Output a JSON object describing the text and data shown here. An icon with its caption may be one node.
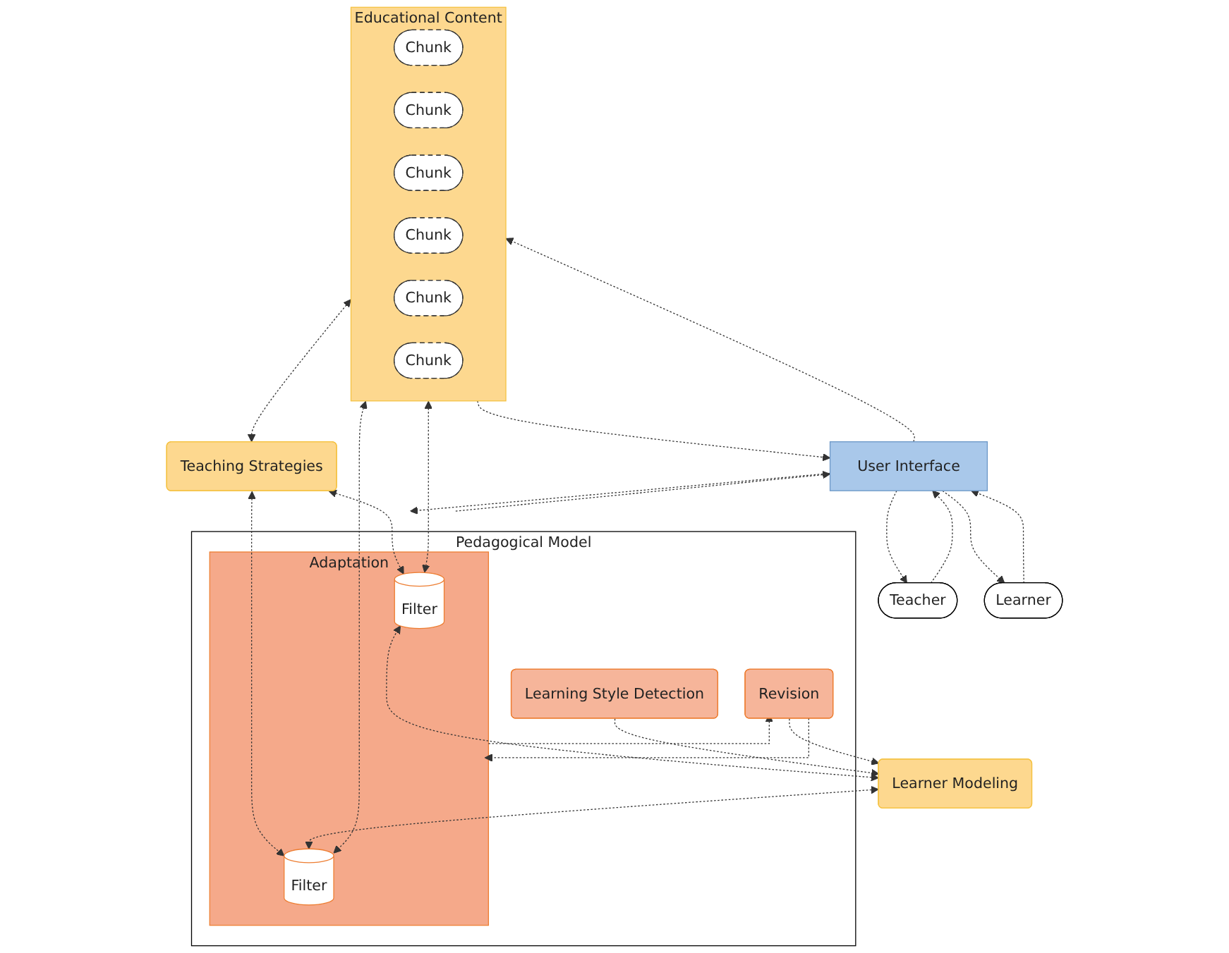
{
  "diagram": {
    "nodes": [
      {
        "text": [
          "Teacher"
        ]
      },
      {
        "text": [
          "Learner"
        ]
      },
      {
        "text": [
          "User Interface"
        ]
      },
      {
        "text": [
          "Educational Content"
        ]
      },
      {
        "text": [
          "Chunk"
        ],
        "in": 3
      },
      {
        "text": [
          "Chunk"
        ],
        "in": 3
      },
      {
        "text": [
          "Chunk"
        ],
        "in": 3
      },
      {
        "text": [
          "Chunk"
        ],
        "in": 3
      },
      {
        "text": [
          "Chunk"
        ],
        "in": 3
      },
      {
        "text": [
          "Chunk"
        ],
        "in": 3
      },
      {
        "text": [
          "Pedagogical Model"
        ]
      },
      {
        "text": [
          "Learning Style Detection"
        ],
        "in": 10
      },
      {
        "text": [
          "Adaptation"
        ],
        "in": 10
      },
      {
        "text": [
          "Filter"
        ],
        "in": 12
      },
      {
        "text": [
          "Filter"
        ],
        "in": 12
      },
      {
        "text": [
          "Revision"
        ],
        "in": 10
      },
      {
        "text": [
          "Learner Modeling"
        ]
      },
      {
        "text": [
          "Teaching Strategies"
        ]
      }
    ],
    "edges": [
      {
        "from": 0,
        "to": 2,
        "arrow": "to",
        "style": "dashed"
      },
      {
        "from": 2,
        "to": 0,
        "arrow": "to",
        "style": "dashed"
      },
      {
        "from": 1,
        "to": 2,
        "arrow": "to",
        "style": "dashed"
      },
      {
        "from": 2,
        "to": 1,
        "arrow": "to",
        "style": "dashed"
      },
      {
        "from": 2,
        "to": 3,
        "arrow": "to",
        "style": "dashed"
      },
      {
        "from": 3,
        "to": 2,
        "arrow": "to",
        "style": "dashed"
      },
      {
        "from": 2,
        "to": 10,
        "arrow": "to",
        "style": "dashed"
      },
      {
        "from": 10,
        "to": 2,
        "arrow": "to",
        "style": "dashed"
      },
      {
        "from": 3,
        "to": 17,
        "arrow": "both",
        "style": "dashed"
      },
      {
        "from": 3,
        "to": 13,
        "arrow": "both",
        "style": "dashed"
      },
      {
        "from": 3,
        "to": 14,
        "arrow": "both",
        "style": "dashed"
      },
      {
        "from": 17,
        "to": 13,
        "arrow": "both",
        "style": "dashed"
      },
      {
        "from": 17,
        "to": 14,
        "arrow": "both",
        "style": "dashed"
      },
      {
        "from": 11,
        "to": 16,
        "arrow": "to",
        "style": "dashed"
      },
      {
        "from": 16,
        "to": 13,
        "arrow": "both",
        "style": "dashed"
      },
      {
        "from": 16,
        "to": 14,
        "arrow": "both",
        "style": "dashed"
      },
      {
        "from": 12,
        "to": 15,
        "arrow": "to",
        "style": "dashed"
      },
      {
        "from": 15,
        "to": 12,
        "arrow": "to",
        "style": "dashed"
      },
      {
        "from": 15,
        "to": 16,
        "arrow": "to",
        "style": "dashed"
      }
    ]
  }
}
